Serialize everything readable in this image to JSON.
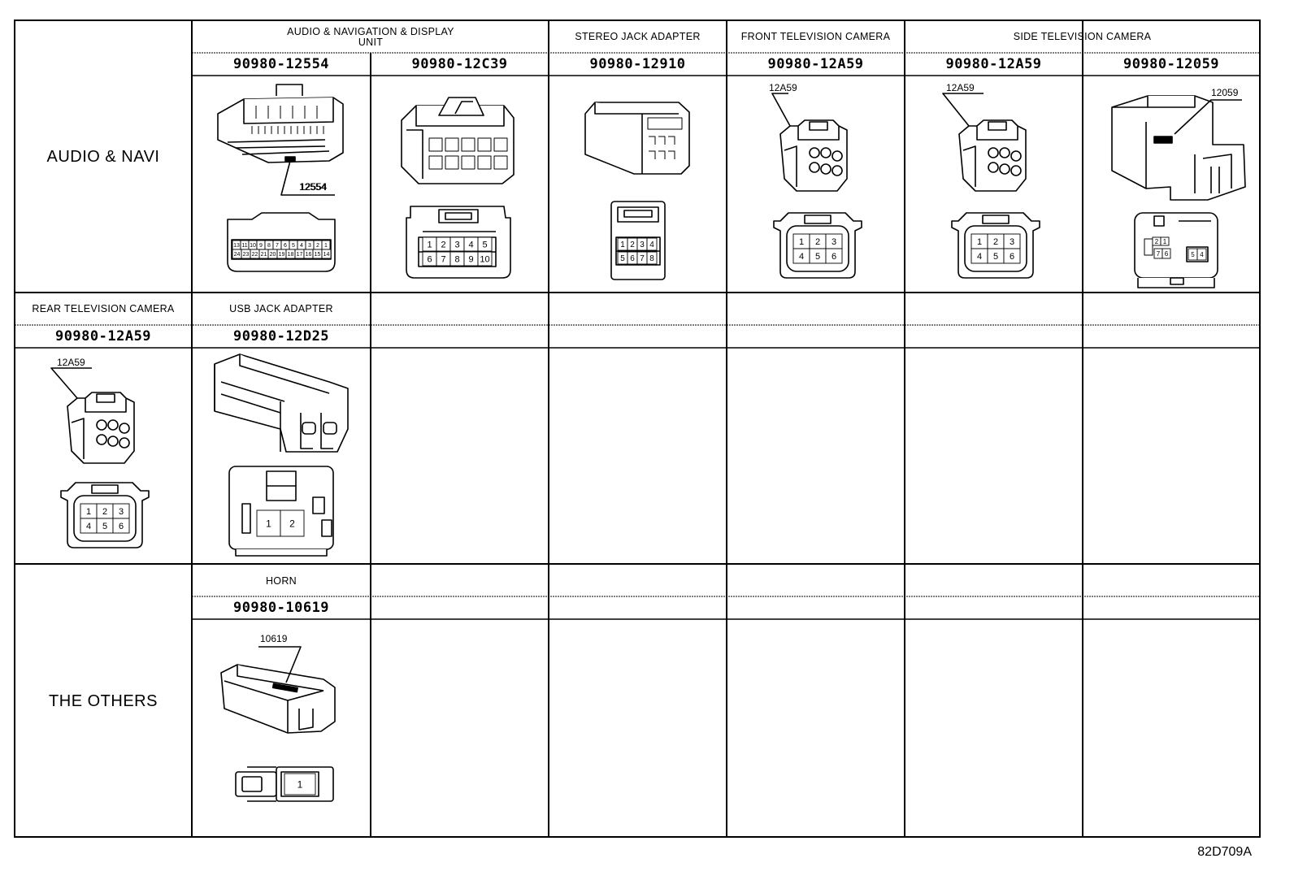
{
  "groups": {
    "audio_navi": "AUDIO & NAVI",
    "the_others": "THE OTHERS"
  },
  "headers": {
    "audio_nav_display": "AUDIO & NAVIGATION & DISPLAY UNIT",
    "stereo_jack": "STEREO JACK ADAPTER",
    "front_tv": "FRONT TELEVISION CAMERA",
    "side_tv": "SIDE TELEVISION CAMERA",
    "rear_tv": "REAR TELEVISION CAMERA",
    "usb_jack": "USB JACK ADAPTER",
    "horn": "HORN"
  },
  "part_numbers": {
    "p12554": "90980-12554",
    "p12c39": "90980-12C39",
    "p12910": "90980-12910",
    "p12a59_front": "90980-12A59",
    "p12a59_side": "90980-12A59",
    "p12059": "90980-12059",
    "p12a59_rear": "90980-12A59",
    "p12d25": "90980-12D25",
    "p10619": "90980-10619"
  },
  "callouts": {
    "c12554": "12554",
    "c12a59_front": "12A59",
    "c12a59_side": "12A59",
    "c12059": "12059",
    "c12a59_rear": "12A59",
    "c10619": "10619"
  },
  "pins": {
    "p12554_top": [
      "13",
      "11",
      "10",
      "9",
      "8",
      "7",
      "6",
      "5",
      "4",
      "3",
      "2",
      "1"
    ],
    "p12554_bottom": [
      "24",
      "23",
      "22",
      "21",
      "20",
      "19",
      "18",
      "17",
      "16",
      "15",
      "14"
    ],
    "p12c39_top": [
      "1",
      "2",
      "3",
      "4",
      "5"
    ],
    "p12c39_bottom": [
      "6",
      "7",
      "8",
      "9",
      "10"
    ],
    "p12910_top": [
      "1",
      "2",
      "3",
      "4"
    ],
    "p12910_bottom": [
      "5",
      "6",
      "7",
      "8"
    ],
    "p12a59_top": [
      "1",
      "2",
      "3"
    ],
    "p12a59_bottom": [
      "4",
      "5",
      "6"
    ],
    "p12059": [
      "2",
      "1",
      "7",
      "6",
      "5",
      "4"
    ],
    "p12d25": [
      "1",
      "2"
    ],
    "p10619": [
      "1"
    ]
  },
  "footer": "82D709A"
}
